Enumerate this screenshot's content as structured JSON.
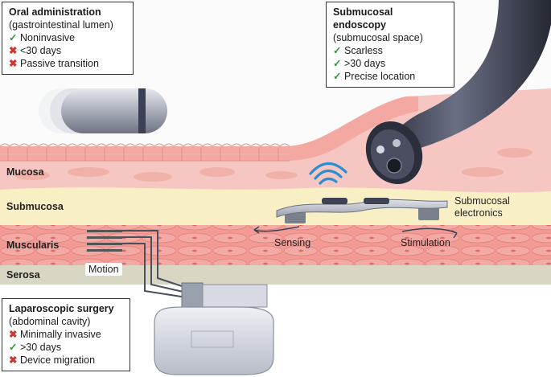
{
  "boxes": {
    "oral": {
      "title": "Oral administration",
      "subtitle": "(gastrointestinal lumen)",
      "items": [
        {
          "mark": "check",
          "text": "Noninvasive"
        },
        {
          "mark": "cross",
          "text": "<30 days"
        },
        {
          "mark": "cross",
          "text": "Passive transition"
        }
      ]
    },
    "endoscopy": {
      "title": "Submucosal endoscopy",
      "subtitle": "(submucosal space)",
      "items": [
        {
          "mark": "check",
          "text": "Scarless"
        },
        {
          "mark": "check",
          "text": ">30 days"
        },
        {
          "mark": "check",
          "text": "Precise location"
        }
      ]
    },
    "laparoscopic": {
      "title": "Laparoscopic surgery",
      "subtitle": "(abdominal cavity)",
      "items": [
        {
          "mark": "cross",
          "text": "Minimally invasive"
        },
        {
          "mark": "check",
          "text": ">30 days"
        },
        {
          "mark": "cross",
          "text": "Device migration"
        }
      ]
    }
  },
  "layers": {
    "mucosa": "Mucosa",
    "submucosa": "Submucosa",
    "muscularis": "Muscularis",
    "serosa": "Serosa"
  },
  "labels": {
    "electronics_line1": "Submucosal",
    "electronics_line2": "electronics",
    "sensing": "Sensing",
    "stimulation": "Stimulation",
    "motion": "Motion"
  },
  "marks": {
    "check": "✓",
    "cross": "✖"
  },
  "colors": {
    "mucosa": "#f6c7c2",
    "villi": "#f3a9a1",
    "submucosa": "#f8efc4",
    "muscularis": "#f29b95",
    "serosa": "#d9d6c3",
    "check": "#2e9a3a",
    "cross": "#d0362f",
    "scope": "#3d4152"
  }
}
